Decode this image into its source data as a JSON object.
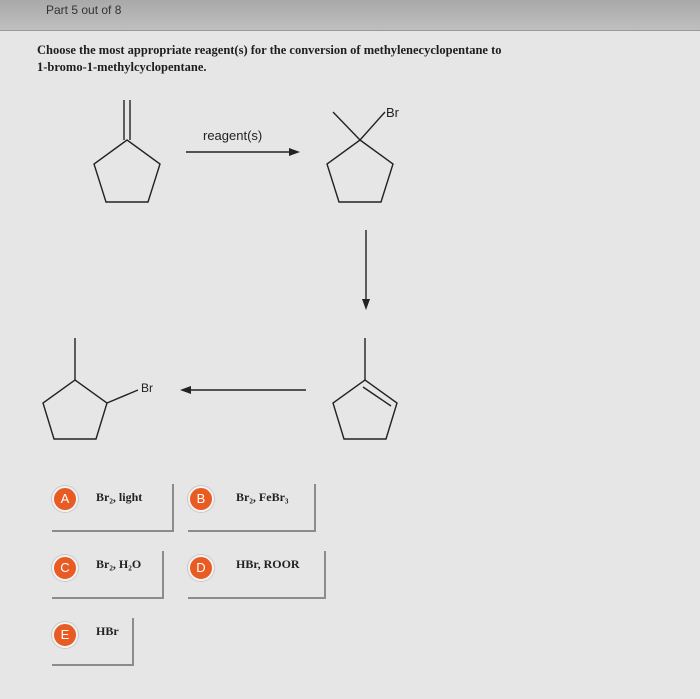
{
  "header": {
    "part_label": "Part 5 out of 8"
  },
  "question": {
    "line1": "Choose the most appropriate reagent(s) for the conversion of methylenecyclopentane to",
    "line2": "1-bromo-1-methylcyclopentane."
  },
  "scheme": {
    "arrow_label": "reagent(s)",
    "product_atom": "Br",
    "side_product_atom": "Br"
  },
  "options": [
    {
      "letter": "A",
      "text": "Br₂, light"
    },
    {
      "letter": "B",
      "text": "Br₂, FeBr₃"
    },
    {
      "letter": "C",
      "text": "Br₂, H₂O"
    },
    {
      "letter": "D",
      "text": "HBr, ROOR"
    },
    {
      "letter": "E",
      "text": "HBr"
    }
  ],
  "colors": {
    "badge": "#e85c24"
  }
}
